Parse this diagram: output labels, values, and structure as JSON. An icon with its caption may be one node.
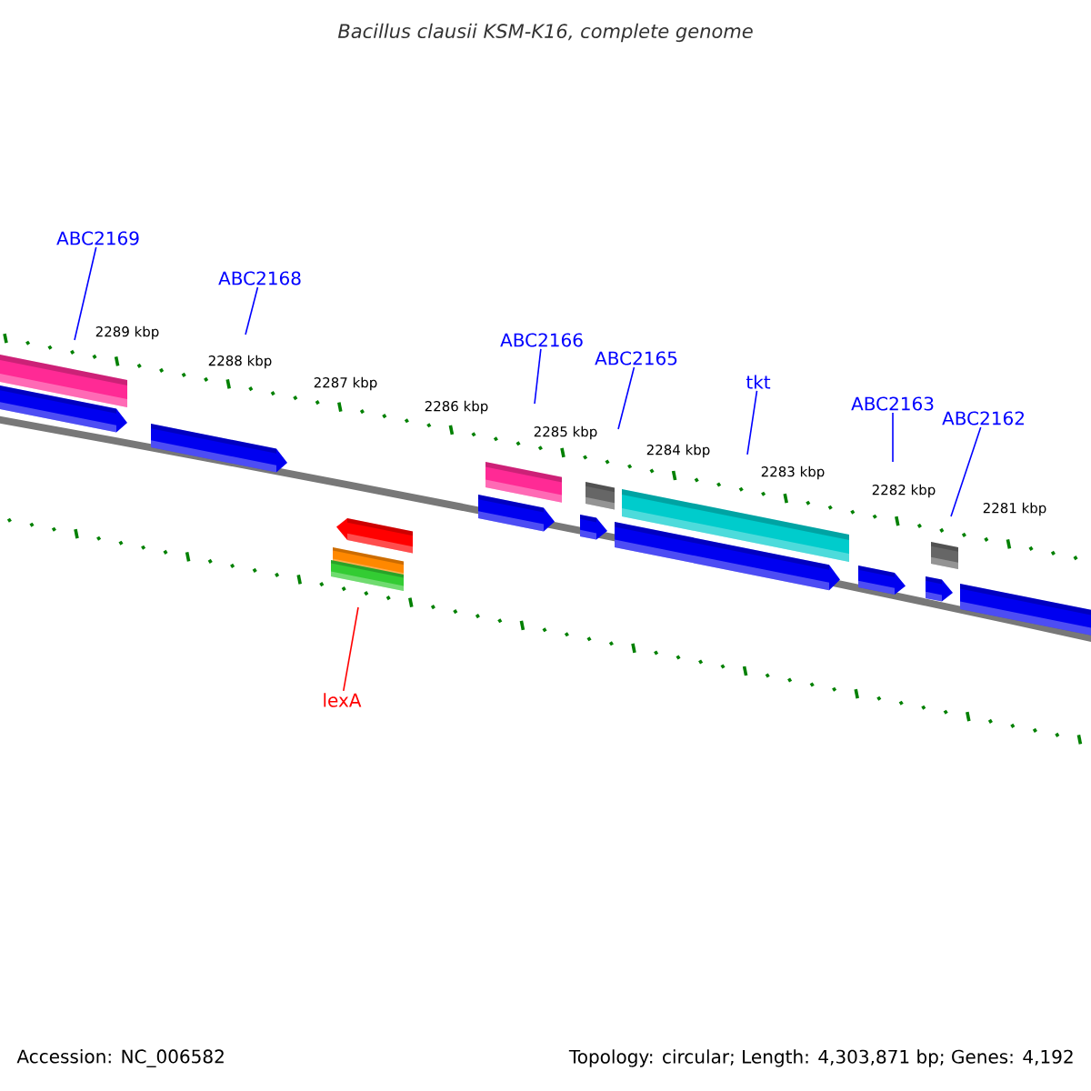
{
  "diagram": {
    "title": "Bacillus clausii KSM-K16, complete genome",
    "nodes": [
      {
        "text": [
          "ABC2169"
        ]
      },
      {
        "text": [
          "ABC2168"
        ]
      },
      {
        "text": [
          "ABC2166"
        ]
      },
      {
        "text": [
          "ABC2165"
        ]
      },
      {
        "text": [
          "tkt"
        ]
      },
      {
        "text": [
          "ABC2163"
        ]
      },
      {
        "text": [
          "ABC2162"
        ]
      },
      {
        "text": [
          "lexA"
        ]
      }
    ],
    "edges": [
      {
        "from": 0,
        "to": null,
        "arrow": "none"
      },
      {
        "from": 1,
        "to": null,
        "arrow": "none"
      },
      {
        "from": 2,
        "to": null,
        "arrow": "none"
      },
      {
        "from": 3,
        "to": null,
        "arrow": "none"
      },
      {
        "from": 4,
        "to": null,
        "arrow": "none"
      },
      {
        "from": 5,
        "to": null,
        "arrow": "none"
      },
      {
        "from": 6,
        "to": null,
        "arrow": "none"
      },
      {
        "from": 7,
        "to": null,
        "arrow": "none",
        "color": "#ff0000"
      }
    ],
    "labels": [
      "2289 kbp",
      "2288 kbp",
      "2287 kbp",
      "2286 kbp",
      "2285 kbp",
      "2284 kbp",
      "2283 kbp",
      "2282 kbp",
      "2281 kbp",
      "Accession: NC_006582",
      "Topology: circular; Length: 4,303,871 bp; Genes: 4,192"
    ]
  }
}
